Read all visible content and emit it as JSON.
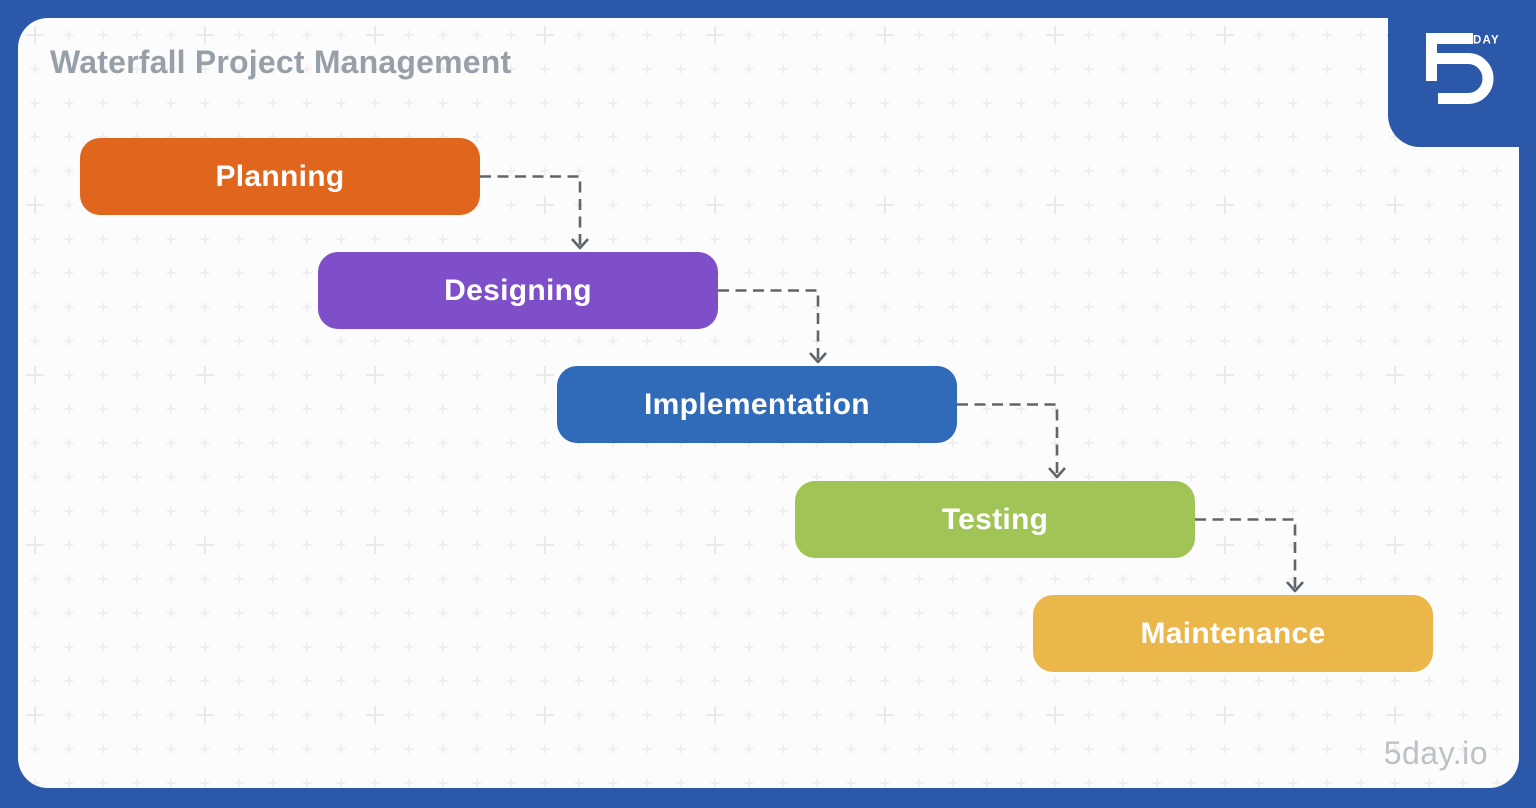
{
  "title": "Waterfall Project Management",
  "watermark": "5day.io",
  "logo": {
    "day_label": "DAY"
  },
  "stages": [
    {
      "label": "Planning",
      "color": "#E0661E"
    },
    {
      "label": "Designing",
      "color": "#7F4FC9"
    },
    {
      "label": "Implementation",
      "color": "#2F6BB8"
    },
    {
      "label": "Testing",
      "color": "#A1C457"
    },
    {
      "label": "Maintenance",
      "color": "#EBB64A"
    }
  ],
  "colors": {
    "frame": "#2B58A8",
    "card_bg": "#FCFCFD",
    "pattern": "#E7E8EC",
    "arrow": "#5E666B",
    "title_text": "#97A0A8",
    "watermark_text": "#BCC1C5",
    "logo": "#FFFFFF"
  }
}
